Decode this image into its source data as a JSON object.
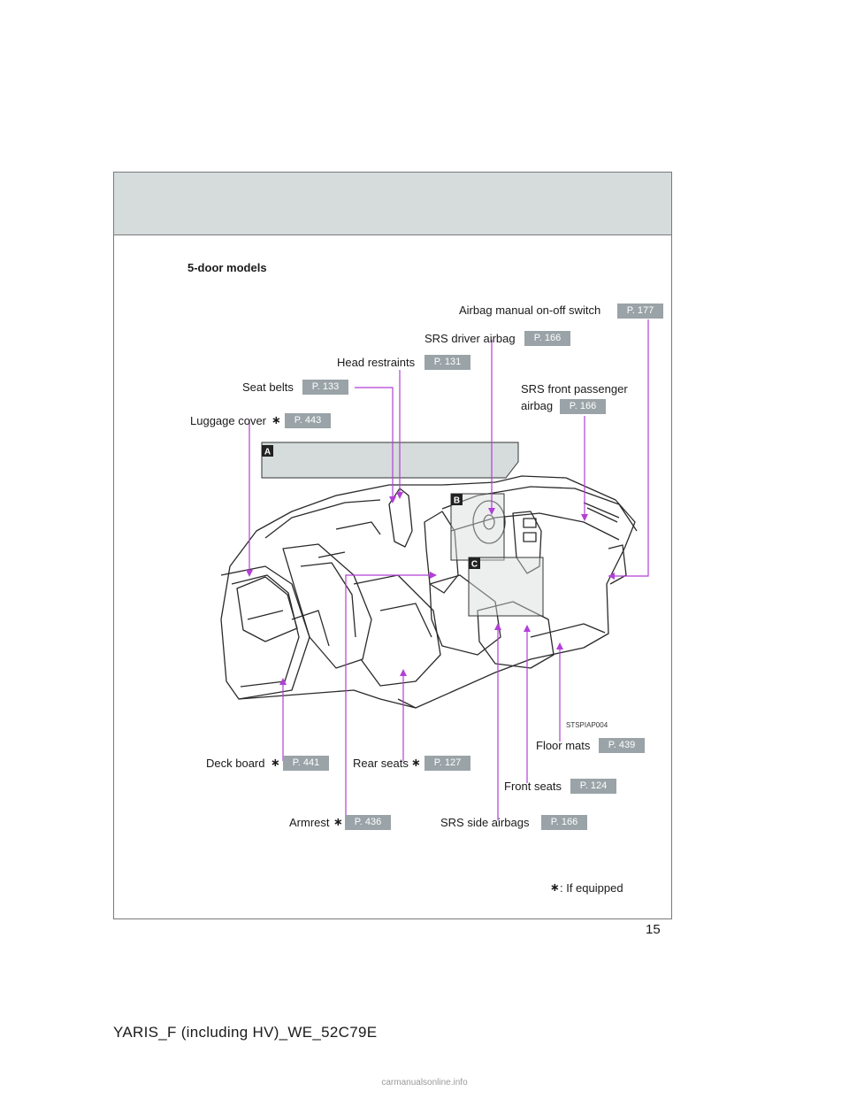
{
  "section_title": "5-door models",
  "callouts": [
    {
      "id": "airbag-switch",
      "label": "Airbag manual on-off switch",
      "ref": "P. 177"
    },
    {
      "id": "srs-driver-airbag",
      "label": "SRS driver airbag",
      "ref": "P. 166"
    },
    {
      "id": "head-restraints",
      "label": "Head restraints",
      "ref": "P. 131"
    },
    {
      "id": "seat-belts",
      "label": "Seat belts",
      "ref": "P. 133"
    },
    {
      "id": "srs-front-passenger-airbag",
      "label_line1": "SRS front passenger",
      "label_line2": "airbag",
      "ref": "P. 166"
    },
    {
      "id": "luggage-cover",
      "label": "Luggage cover",
      "ref": "P. 443"
    },
    {
      "id": "deck-board",
      "label": "Deck board",
      "ref": "P. 441"
    },
    {
      "id": "rear-seats",
      "label": "Rear seats",
      "ref": "P. 127"
    },
    {
      "id": "floor-mats",
      "label": "Floor mats",
      "ref": "P. 439"
    },
    {
      "id": "front-seats",
      "label": "Front seats",
      "ref": "P. 124"
    },
    {
      "id": "armrest",
      "label": "Armrest",
      "ref": "P. 436"
    },
    {
      "id": "srs-side-airbags",
      "label": "SRS side airbags",
      "ref": "P. 166"
    }
  ],
  "zone_markers": {
    "a": "A",
    "b": "B",
    "c": "C"
  },
  "image_code": "STSPIAP004",
  "equipped_note": ": If equipped",
  "asterisk": "∗",
  "page_number": "15",
  "footer_text": "YARIS_F (including HV)_WE_52C79E",
  "watermark": "carmanualsonline.info",
  "colors": {
    "leader": "#b23fd6",
    "ref_badge": "#9aa3a7",
    "header_band": "#d6dcdc"
  }
}
